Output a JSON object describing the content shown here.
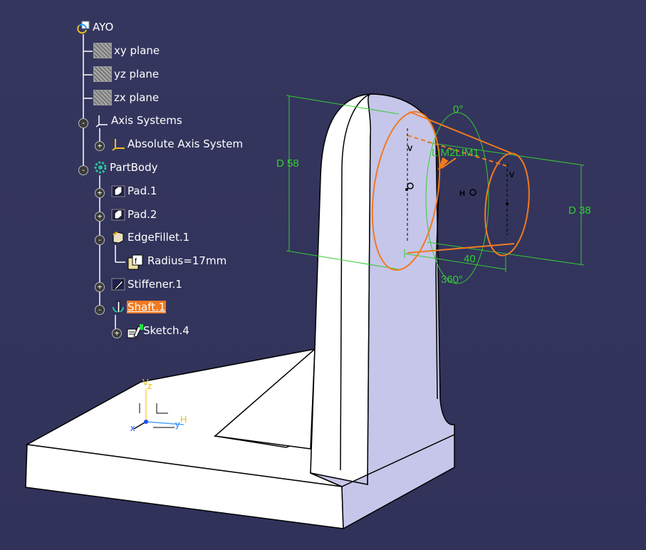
{
  "tree": {
    "root": {
      "label": "AYO",
      "icon": "part-root-icon"
    },
    "items": [
      {
        "label": "xy plane",
        "icon": "plane-icon"
      },
      {
        "label": "yz plane",
        "icon": "plane-icon"
      },
      {
        "label": "zx plane",
        "icon": "plane-icon"
      },
      {
        "label": "Axis Systems",
        "icon": "axis-systems-icon",
        "expander": "-"
      },
      {
        "label": "Absolute Axis System",
        "icon": "axis-system-icon",
        "expander": "+"
      },
      {
        "label": "PartBody",
        "icon": "partbody-icon",
        "expander": "-"
      },
      {
        "label": "Pad.1",
        "icon": "pad-icon",
        "expander": "+"
      },
      {
        "label": "Pad.2",
        "icon": "pad-icon",
        "expander": "+"
      },
      {
        "label": "EdgeFillet.1",
        "icon": "edge-fillet-icon",
        "expander": "-"
      },
      {
        "label": "Radius=17mm",
        "icon": "parameter-icon"
      },
      {
        "label": "Stiffener.1",
        "icon": "stiffener-icon",
        "expander": "+"
      },
      {
        "label": "Shaft.1",
        "icon": "shaft-icon",
        "expander": "-",
        "selected": true
      },
      {
        "label": "Sketch.4",
        "icon": "sketch-icon",
        "expander": "+"
      }
    ]
  },
  "sketch": {
    "dims": {
      "d58": "D 58",
      "d38": "D 38",
      "len40": "40",
      "ang0": "0°",
      "ang360": "360°",
      "lim": "LIM2LIM1",
      "h": "H",
      "v1": "V",
      "v2": "V"
    }
  },
  "compass": {
    "x": "x",
    "y": "y",
    "z": "z",
    "h": "H",
    "v": "V"
  },
  "colors": {
    "background": "#33335a",
    "part_face": "#ffffff",
    "part_side": "#c6c6ea",
    "sketch": "#f07a20",
    "dimension": "#33cc33",
    "selection": "#f07a20"
  }
}
